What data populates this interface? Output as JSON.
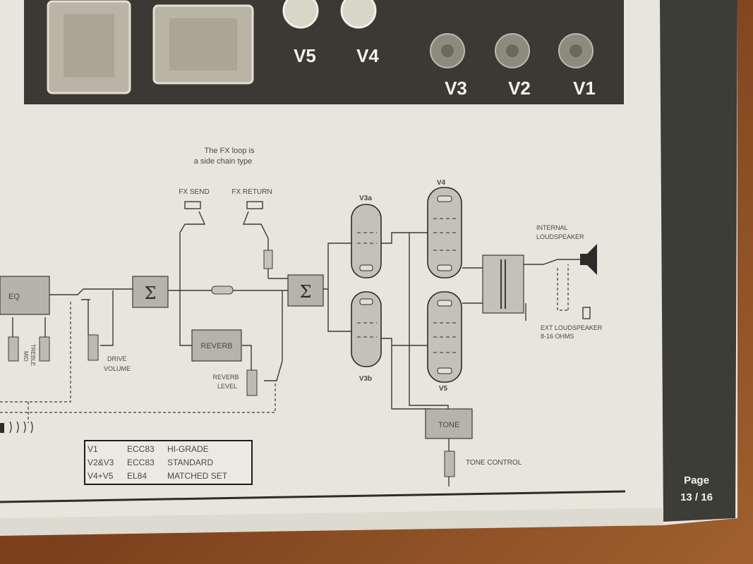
{
  "panel": {
    "tube_labels": [
      "V5",
      "V4",
      "V3",
      "V2",
      "V1"
    ]
  },
  "diagram": {
    "note_line1": "The FX loop is",
    "note_line2": "a side chain type",
    "fx_send": "FX SEND",
    "fx_return": "FX RETURN",
    "block_eq": "EQ",
    "sum_symbol": "Σ",
    "block_reverb": "REVERB",
    "block_tone": "TONE",
    "drive_label": "DRIVE",
    "volume_label": "VOLUME",
    "reverb_level_1": "REVERB",
    "reverb_level_2": "LEVEL",
    "v3a": "V3a",
    "v3b": "V3b",
    "v4": "V4",
    "v5": "V5",
    "internal_1": "INTERNAL",
    "internal_2": "LOUDSPEAKER",
    "ext_1": "EXT LOUDSPEAKER",
    "ext_2": "8-16 OHMS",
    "tone_control": "TONE CONTROL",
    "pot_a": "MID",
    "pot_b": "TREBLE"
  },
  "legend": {
    "rows": [
      {
        "tube": "V1",
        "type": "ECC83",
        "grade": "HI-GRADE"
      },
      {
        "tube": "V2&V3",
        "type": "ECC83",
        "grade": "STANDARD"
      },
      {
        "tube": "V4+V5",
        "type": "EL84",
        "grade": "MATCHED SET"
      }
    ]
  },
  "page": {
    "label": "Page",
    "number": "13 / 16"
  }
}
